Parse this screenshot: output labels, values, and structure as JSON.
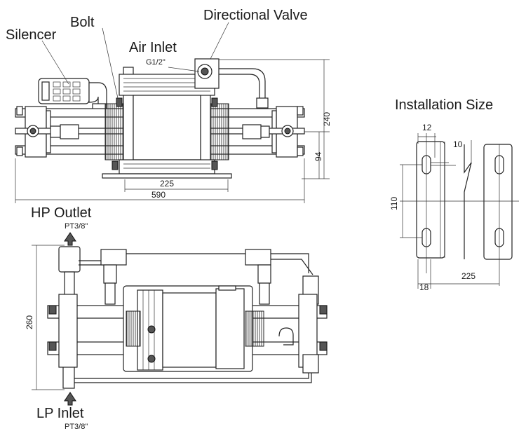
{
  "labels": {
    "silencer": "Silencer",
    "bolt": "Bolt",
    "directional_valve": "Directional Valve",
    "air_inlet": "Air Inlet",
    "air_inlet_thread": "G1/2\"",
    "hp_outlet": "HP Outlet",
    "hp_outlet_thread": "PT3/8\"",
    "lp_inlet": "LP Inlet",
    "lp_inlet_thread": "PT3/8\"",
    "installation_size": "Installation Size"
  },
  "dimensions": {
    "front_height": "240",
    "front_center_height": "94",
    "front_inner_width": "225",
    "front_total_width": "590",
    "top_height": "260",
    "install_slot_width": "12",
    "install_slot_gap": "10",
    "install_vertical": "110",
    "install_horizontal": "225",
    "install_bracket": "18"
  }
}
